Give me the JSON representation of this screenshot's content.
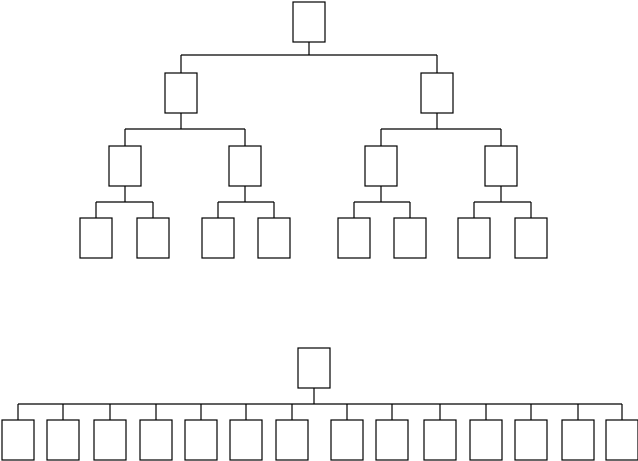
{
  "diagram": {
    "background_color": "#ffffff",
    "line_color": "#000000",
    "trees": [
      {
        "name": "binary-tree",
        "levels": 4,
        "branching": 2,
        "node_counts_per_level": [
          1,
          2,
          4,
          8
        ]
      },
      {
        "name": "flat-tree",
        "levels": 2,
        "branching": 14,
        "node_counts_per_level": [
          1,
          14
        ]
      }
    ]
  }
}
